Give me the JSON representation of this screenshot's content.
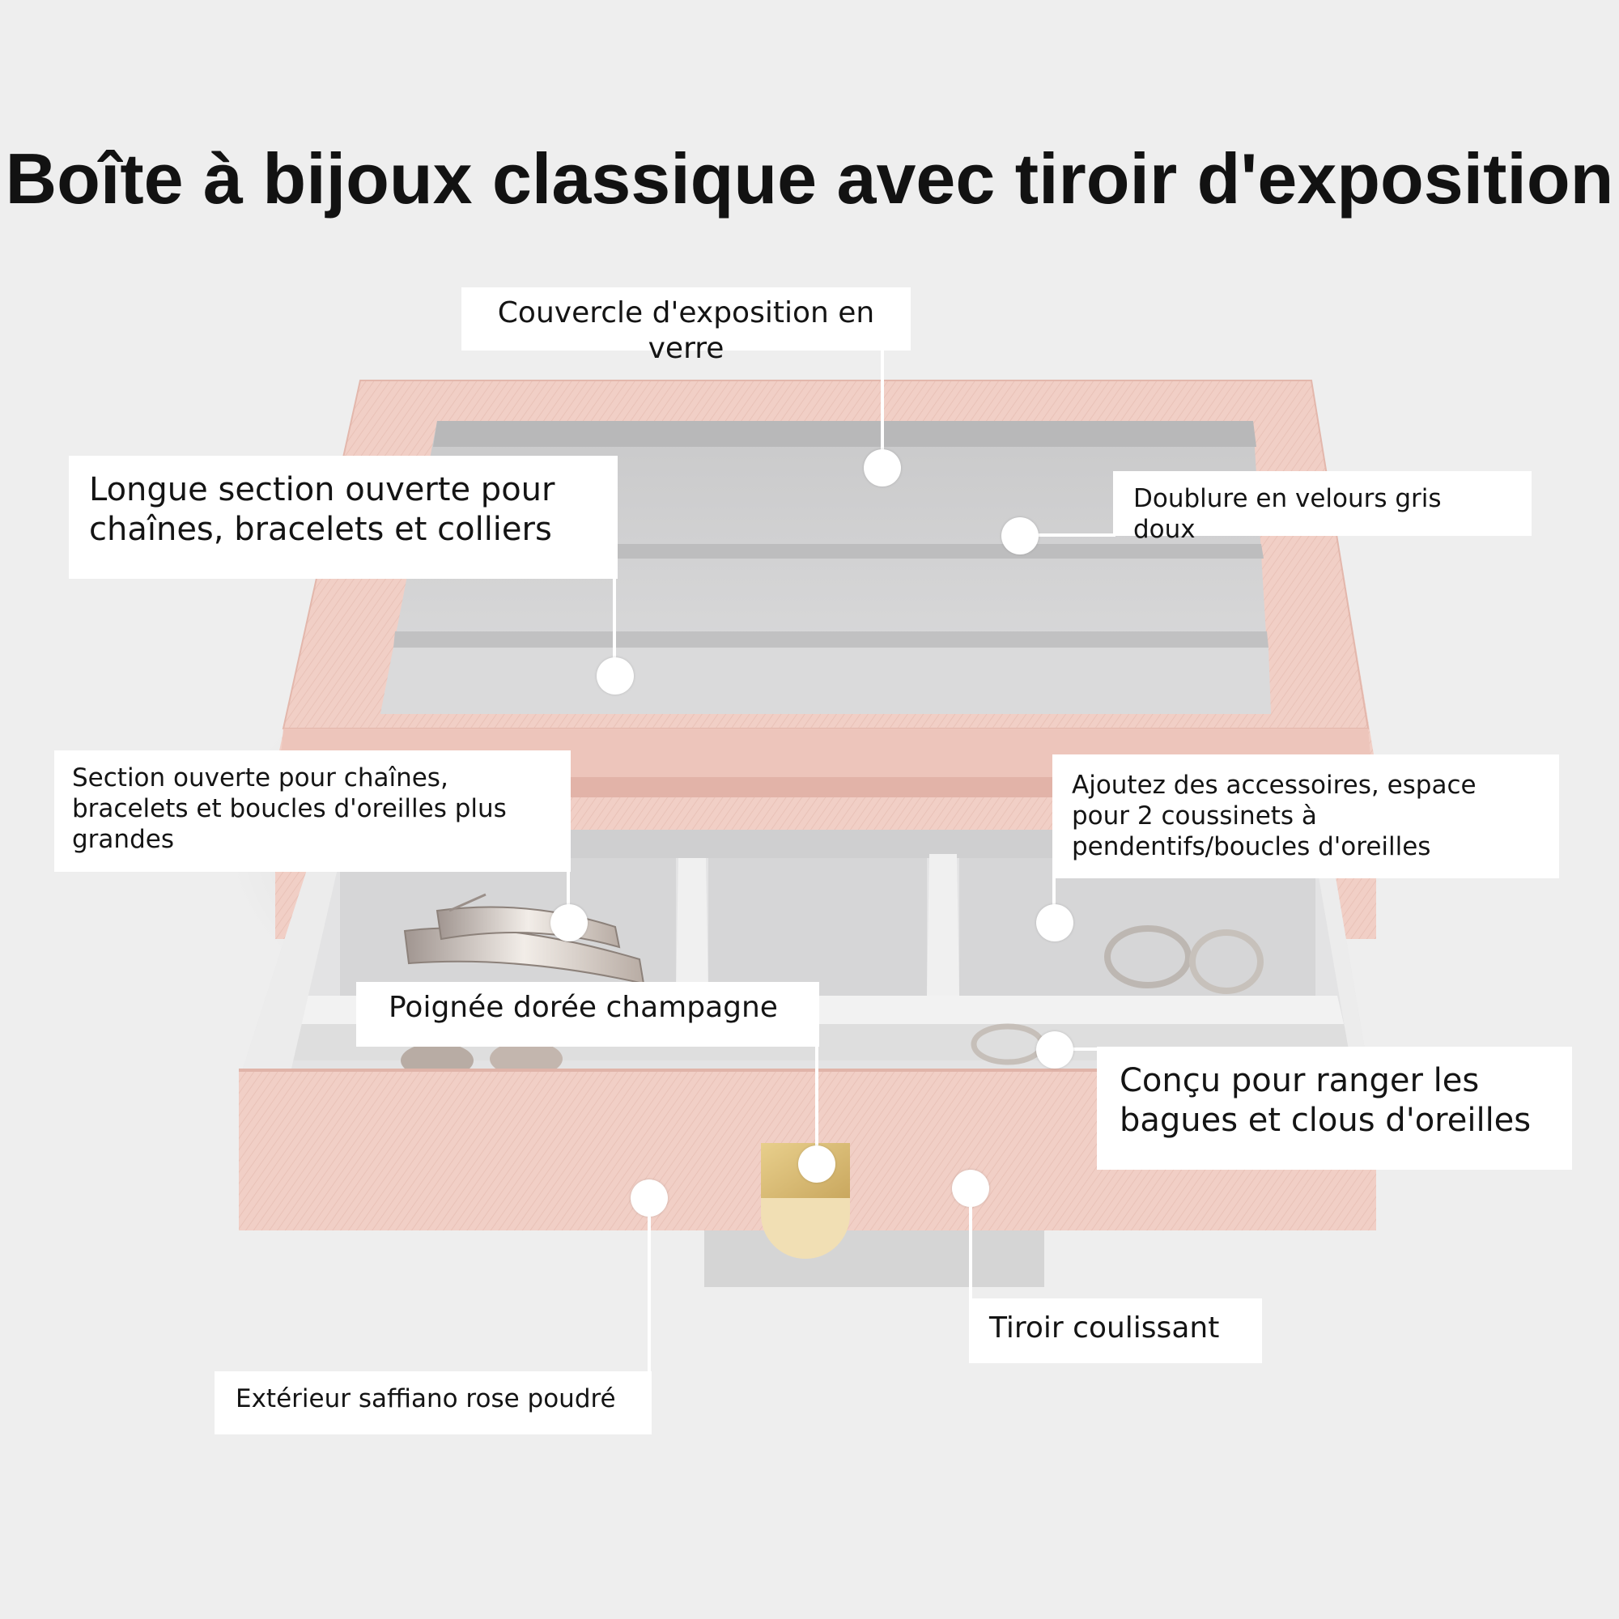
{
  "title": "Boîte à bijoux classique avec tiroir d'exposition",
  "colors": {
    "background": "#eeeeee",
    "leather": "#f1cfc6",
    "velvet": "#d2d2d3",
    "handle": "#d9bb72",
    "label_bg": "#ffffff"
  },
  "annotations": {
    "lid": "Couvercle d'exposition en verre",
    "long_section": "Longue section ouverte pour chaînes, bracelets et colliers",
    "lining": "Doublure en velours gris doux",
    "open_section": "Section ouverte pour chaînes, bracelets et boucles d'oreilles plus grandes",
    "accessories": "Ajoutez des accessoires, espace pour 2 coussinets à pendentifs/boucles d'oreilles",
    "handle": "Poignée dorée champagne",
    "rings": "Conçu pour ranger les bagues et clous d'oreilles",
    "drawer": "Tiroir coulissant",
    "exterior": "Extérieur saffiano rose poudré"
  }
}
